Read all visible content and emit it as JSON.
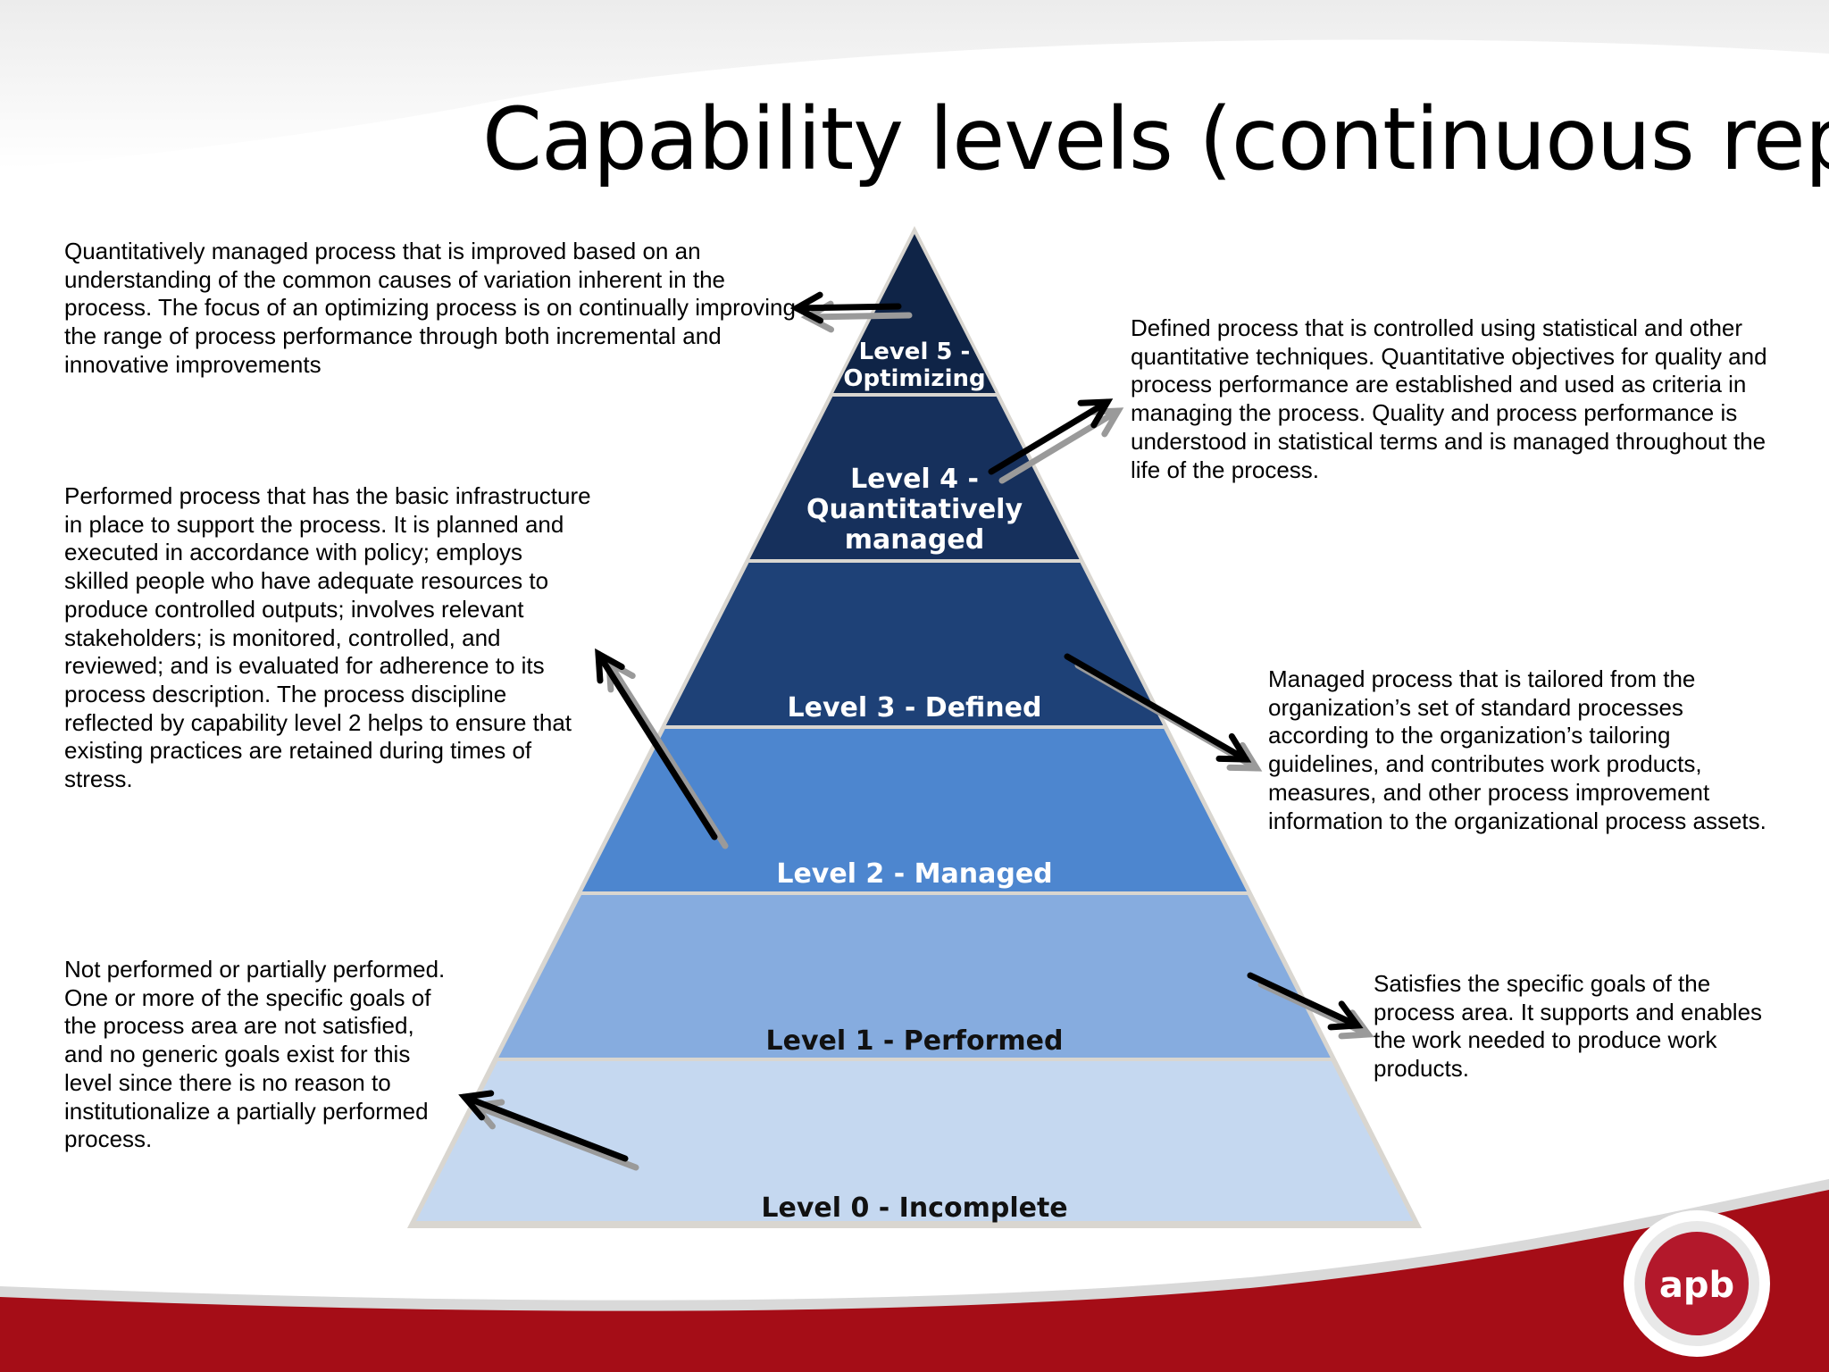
{
  "title": "Capability levels (continuous rep.)",
  "levels": [
    {
      "id": 5,
      "label_lines": [
        "Level 5 -",
        "Optimizing"
      ],
      "fill": "#0f2447",
      "text_color": "#ffffff"
    },
    {
      "id": 4,
      "label_lines": [
        "Level 4 -",
        "Quantitatively",
        "managed"
      ],
      "fill": "#16305c",
      "text_color": "#ffffff"
    },
    {
      "id": 3,
      "label_lines": [
        "Level 3 - Defined"
      ],
      "fill": "#1e4177",
      "text_color": "#ffffff"
    },
    {
      "id": 2,
      "label_lines": [
        "Level 2 - Managed"
      ],
      "fill": "#4d86cf",
      "text_color": "#ffffff"
    },
    {
      "id": 1,
      "label_lines": [
        "Level 1 - Performed"
      ],
      "fill": "#86acdf",
      "text_color": "#111111"
    },
    {
      "id": 0,
      "label_lines": [
        "Level 0 - Incomplete"
      ],
      "fill": "#c5d8f0",
      "text_color": "#111111"
    }
  ],
  "descriptions": {
    "level5": "Quantitatively managed process that is improved based on an understanding of the common causes of variation inherent in the process. The focus of an optimizing process is on continually improving the range of process performance through both incremental and innovative improvements",
    "level4": "Defined process that is controlled using statistical and other quantitative techniques. Quantitative objectives for quality and process performance are established and used as criteria in managing the process. Quality and process performance is understood in statistical terms and is managed throughout the life of the process.",
    "level3": "Managed process that is tailored from the organization’s set of standard processes according to the organization’s tailoring guidelines, and contributes work products, measures, and other process improvement information to the organizational process assets.",
    "level2": "Performed process that has the basic infrastructure in place to support the process. It is planned and executed in accordance with policy; employs skilled people who have adequate resources to produce controlled outputs; involves relevant stakeholders; is monitored, controlled, and reviewed; and is evaluated for adherence to its process description. The process discipline reflected by capability level 2 helps to ensure that existing practices are retained during times of stress.",
    "level1": "Satisfies the specific goals of the process area. It supports and enables the work needed to produce work products.",
    "level0": "Not performed or partially performed. One or more of the specific goals of the process area are not satisfied, and no generic goals exist for this level since there is no reason to institutionalize a partially performed process."
  },
  "logo": {
    "text": "apb",
    "color": "#b3182b"
  },
  "colors": {
    "footer_band": "#a50d17",
    "arrow": "#000000",
    "arrow_shadow": "#9a9a9a"
  }
}
